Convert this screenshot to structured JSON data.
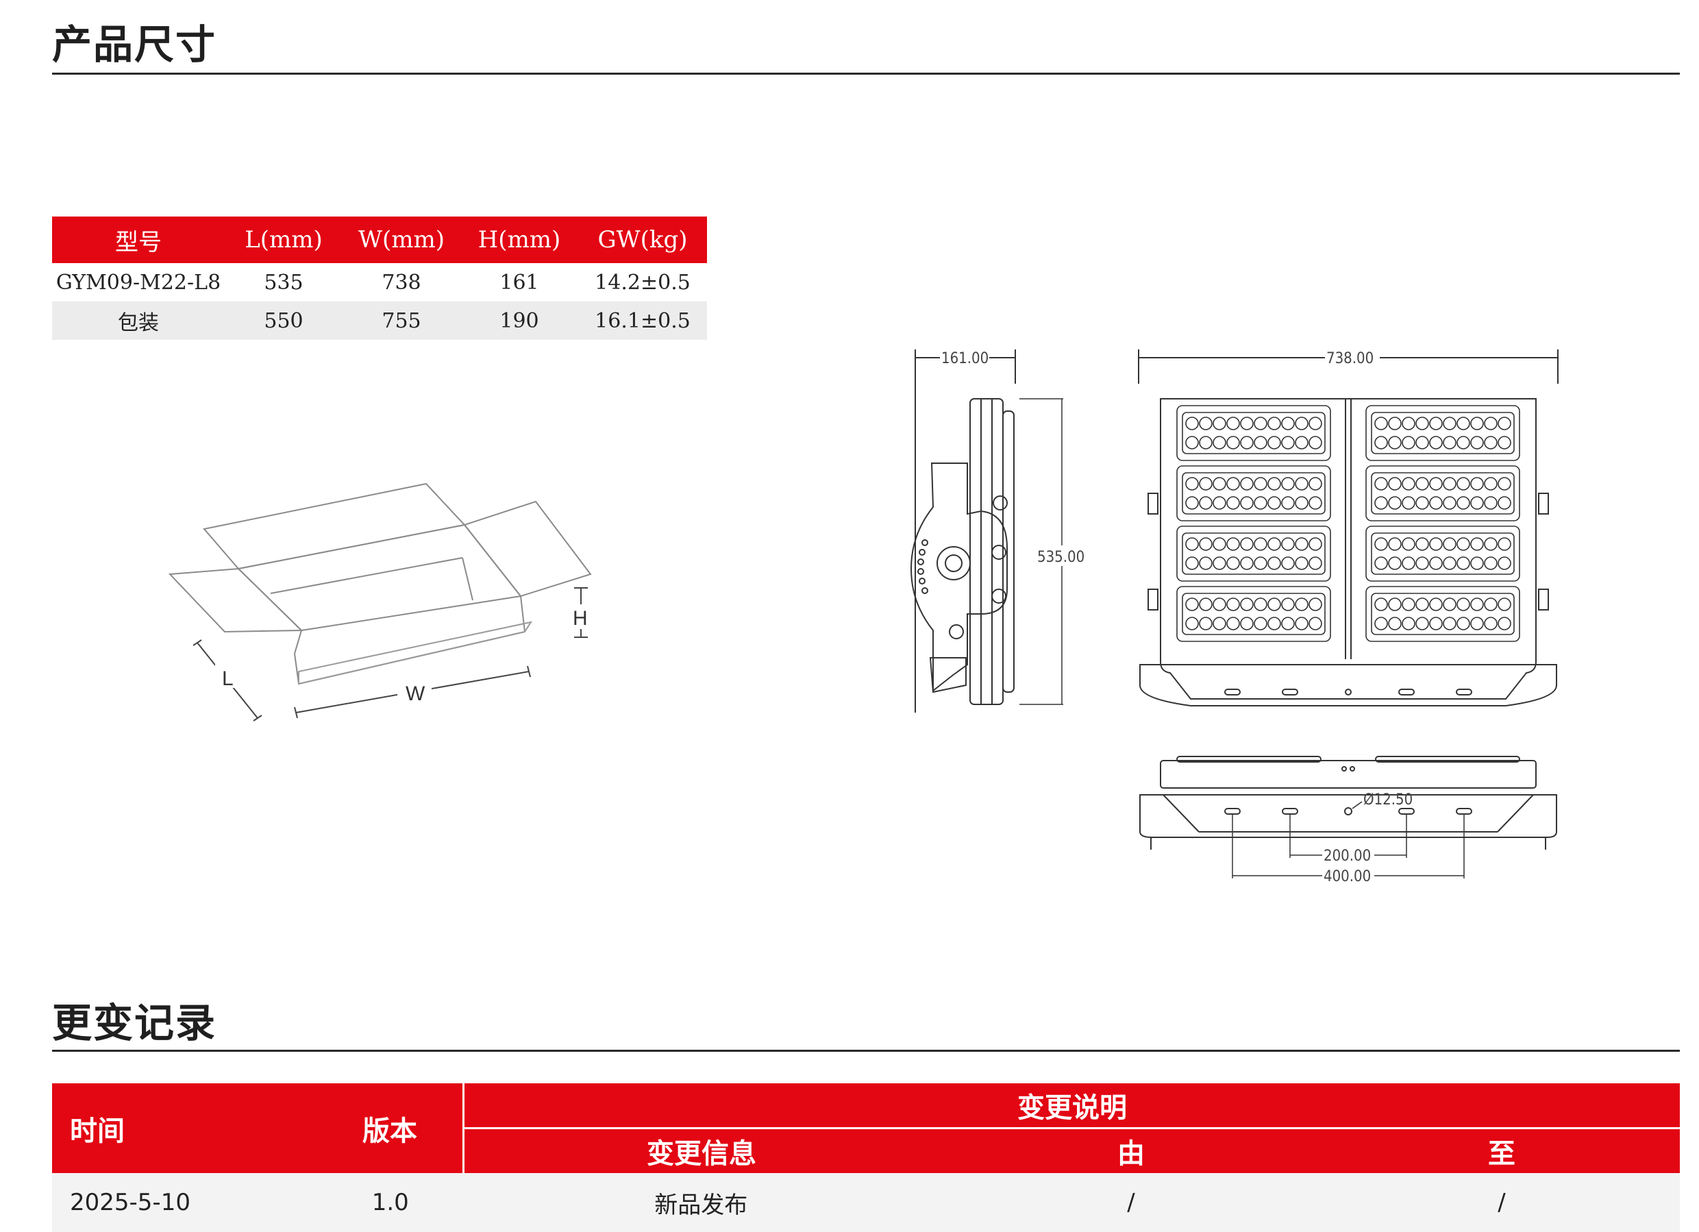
{
  "sections": {
    "size_title": "产品尺寸",
    "log_title": "更变记录"
  },
  "size_table": {
    "headers": [
      "型号",
      "L(mm)",
      "W(mm)",
      "H(mm)",
      "GW(kg)"
    ],
    "rows": [
      [
        "GYM09-M22-L8",
        "535",
        "738",
        "161",
        "14.2±0.5"
      ],
      [
        "包装",
        "550",
        "755",
        "190",
        "16.1±0.5"
      ]
    ]
  },
  "box_labels": {
    "h": "H",
    "l": "L",
    "w": "W"
  },
  "drawing_dims": {
    "side_width": "161.00",
    "front_width": "738.00",
    "height": "535.00",
    "hole": "Ø12.50",
    "spacing_inner": "200.00",
    "spacing_outer": "400.00"
  },
  "change_log": {
    "headers": {
      "time": "时间",
      "version": "版本",
      "desc": "变更说明",
      "info": "变更信息",
      "from": "由",
      "to": "至"
    },
    "rows": [
      {
        "time": "2025-5-10",
        "version": "1.0",
        "info": "新品发布",
        "from": "/",
        "to": "/"
      }
    ]
  },
  "colors": {
    "accent": "#e30613",
    "row_alt": "#ececec"
  }
}
